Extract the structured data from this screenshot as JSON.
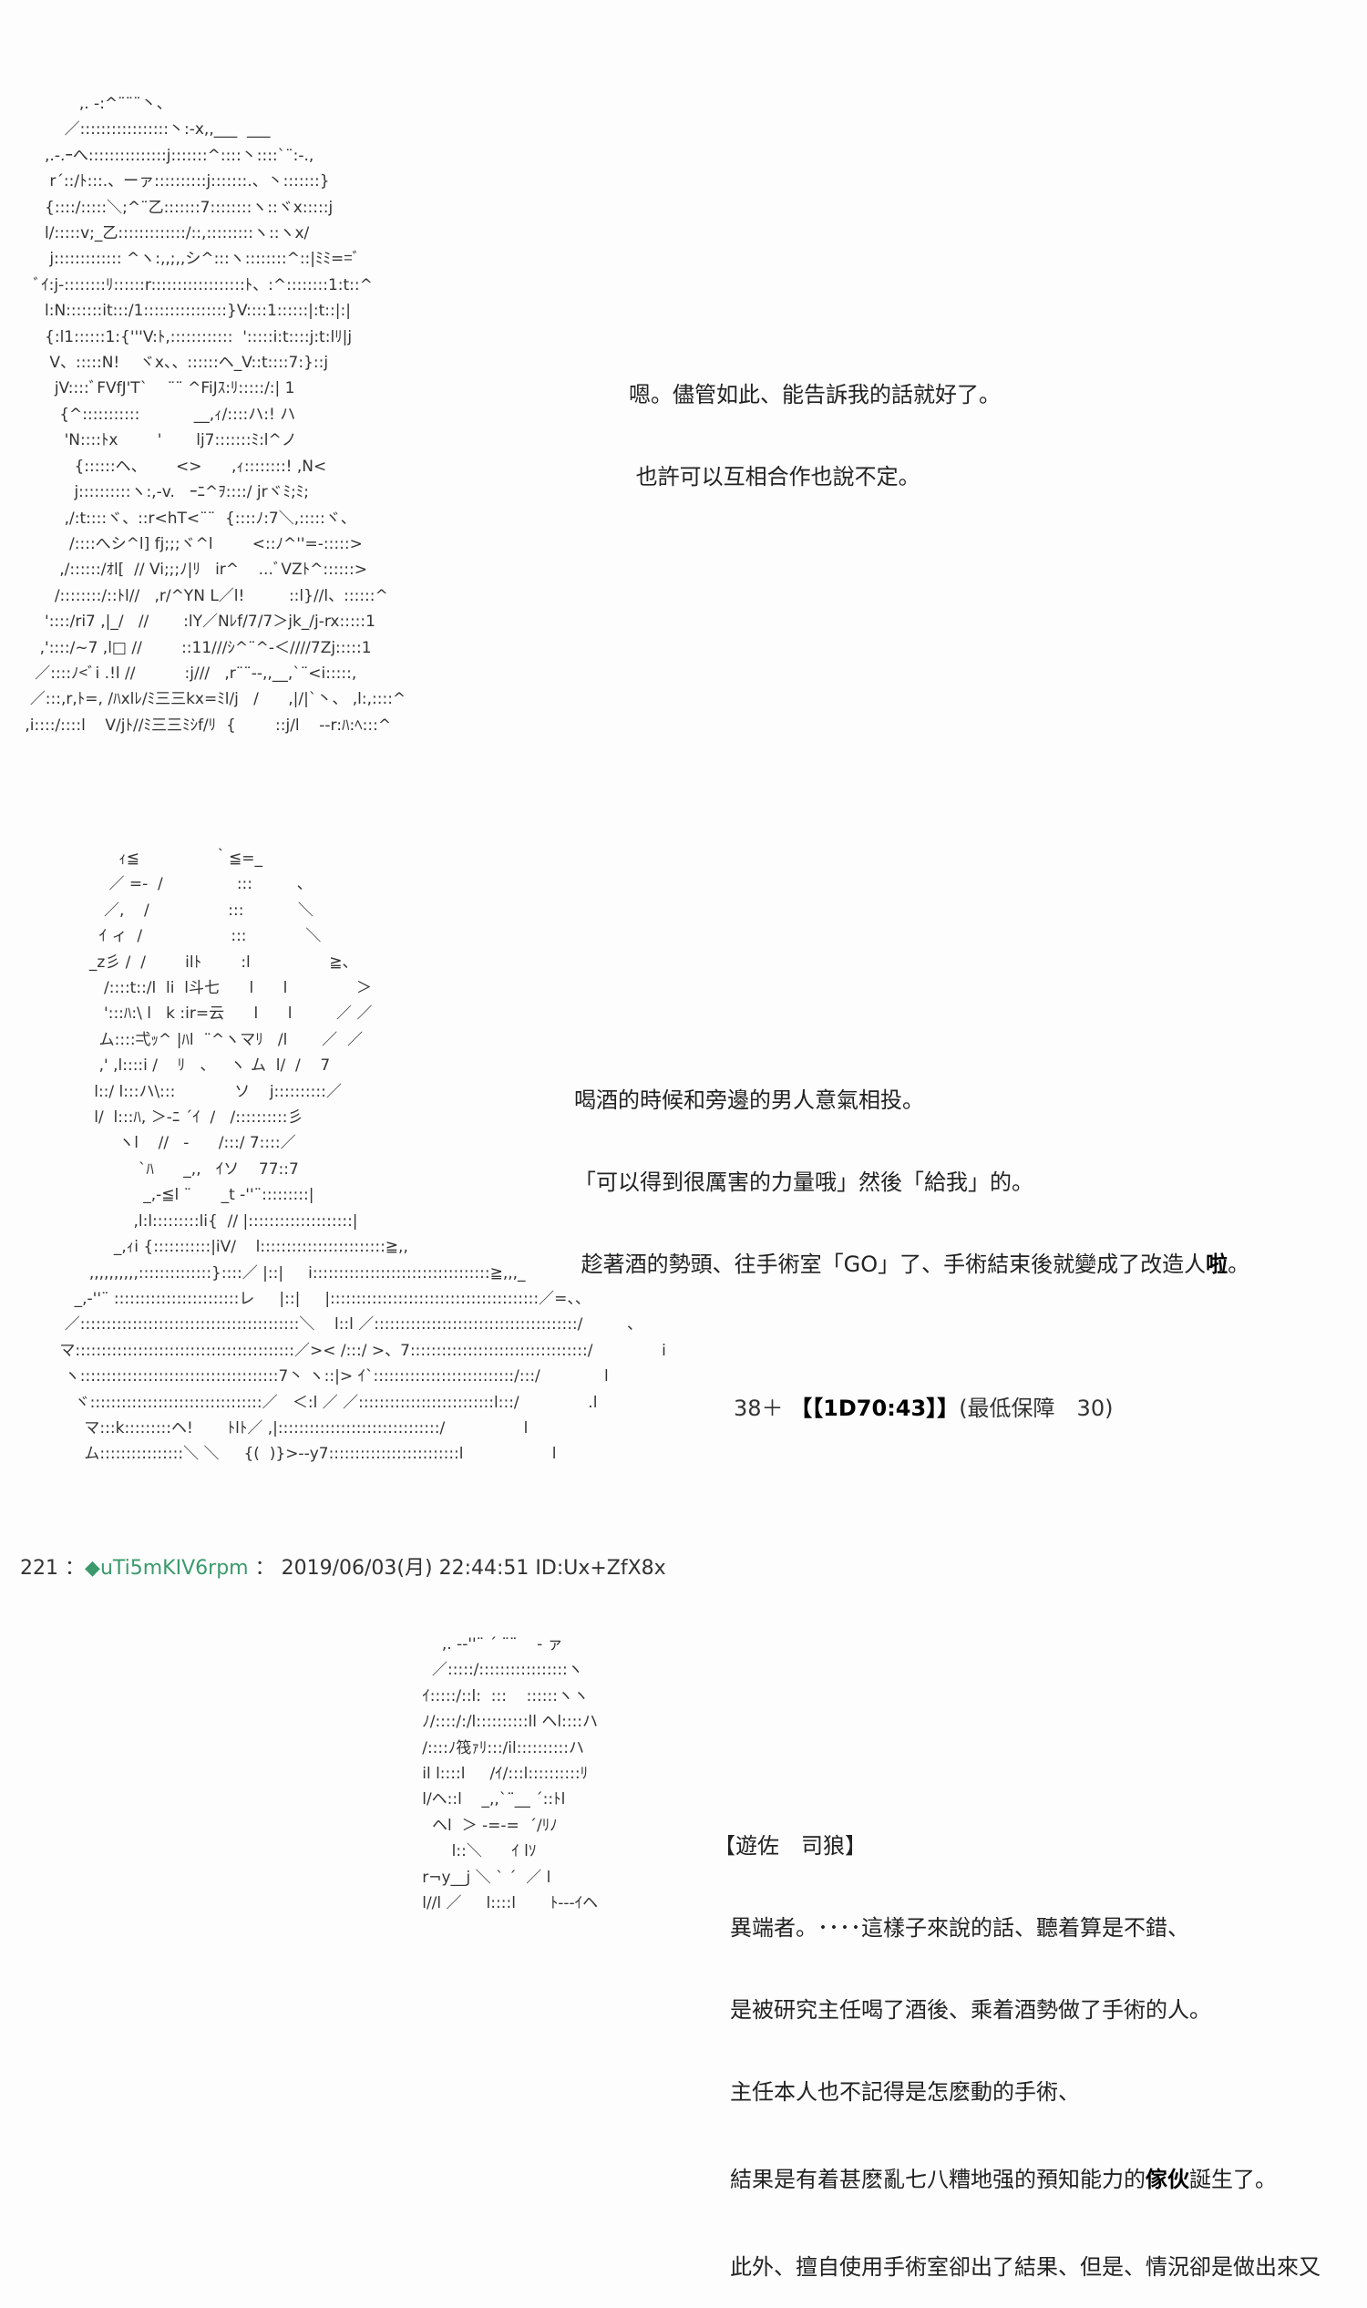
{
  "art_1": [
    "            ,. -:^¨¨¨丶、",
    "         ／:::::::::::::::::丶:-x,,___  ___",
    "     ,.-.ｰへ:::::::::::::::j:::::::^::::丶::::`¨:-.,",
    "      r´::/ﾄ:::.、ーァ::::::::::j:::::::.、丶:::::::}",
    "     {::::/:::::＼;^¨乙:::::::7::::::::ヽ::ヾx:::::j",
    "     l/:::::v;_乙:::::::::::::/::,:::::::::ヽ::ヽx/",
    "      j::::::::::::: ^ヽ:,,;,,シ^:::ヽ::::::::^::|ﾐﾐ==ﾞ",
    "   ﾞｲ:j-::::::::ﾘ::::::r::::::::::::::::::ﾄ、:^::::::::1:t::^",
    "     l:N:::::::it:::/1::::::::::::::::}V::::1::::::|:t::|:|",
    "     {:l1::::::1:{'''V:ﾄ,::::::::::::  ':::::i:t::::j:t:lﾘ|j",
    "      V、:::::N!    ヾx、、::::::ヘ_V::t::::7:}::j",
    "       jV::::ﾞFVfJ'T`    ¨¨ ^FiJｽ:ﾘ:::::/:| 1",
    "        {^:::::::::::           __,ｨ/::::ハ:! ハ",
    "         'N::::ﾄx        '       lj7:::::::ﾐ:l^ノ",
    "           {::::::ヘ、      <>      ,ｨ::::::::! ,N<",
    "           j::::::::::ヽ:,-v.   ｰﾆ^ｦ::::/ jrヾﾐ;ﾐ;",
    "         ,/:t::::ヾ、::r<hT<¨¨  {::::ﾉ:7＼,:::::ヾ、",
    "          /::::へシ^l] fj;;;ヾ^l        <::ﾉ^''=-:::::>",
    "        ,/::::::/ｵl[  // Vi;;;ﾉ|ﾘ   ir^    ...ﾞVZﾄ^::::::>",
    "       /::::::::/::ﾄl//   ,r/^YN L／l!         ::l}//l、::::::^",
    "     '::::/ri7 ,|_/   //       :lY／Nﾚf/7/7＞jk_/j-rx:::::1",
    "    ,'::::/~7 ,l□ //        ::11///ｼ^¨^-＜////7Zj:::::1",
    "   ／::::ﾉ<ﾞi .!l //          :j///   ,r¨¨--,,__,`¨<i:::::,",
    "  ／:::,r,ﾄ=, /ﾊxlﾚ/ﾐ三三kx=ﾐl/j   /      ,|/|`丶、 ,l:,::::^",
    " ,i::::/::::l    V/jﾄ//ﾐ三三ﾐｼf/ﾘ  {        ::j/l    --r:ﾊ:ﾍ:::^"
  ],
  "dialogue_1": [
    "嗯。儘管如此、能告訴我的話就好了。",
    " 也許可以互相合作也說不定。"
  ],
  "art_2": [
    "             ｨ≦               ｀≦=_",
    "           ／ =-  /               :::         、",
    "          ／,    /                :::           ＼",
    "         ｲ ィ  /                  :::            ＼",
    "       _z彡 /  /        ilﾄ        :l                ≧、",
    "          /::::t::/l  li  l斗七      l      l              ＞",
    "          ':::ﾊ:\\ l   k :ir=云      l      l         ／ ／",
    "         ム::::弌ｯ^ |ﾊl  ¨^ヽマﾘ   /l       ／  ／",
    "         ,' ,l::::i /    ﾘ   、   ヽ ム  l/  /    7",
    "        l::/ l:::ハ\\:::            ソ    j::::::::::／",
    "        l/  l:::ﾊ, ＞-ﾆ ´ｲ  /   /::::::::::彡",
    "             ヽl    //   -      /:::/ 7::::／",
    "                 `ﾊ      _,,   ｲソ    77::7",
    "                  _,-≦l ¨      _t -''¨:::::::::|",
    "                ,l:l:::::::::li{  // |::::::::::::::::::::|",
    "            _,ｨi {:::::::::::|iV/    l::::::::::::::::::::::::≧,,",
    "       ,,,,,,,,,,::::::::::::::}::::／ |::|     i::::::::::::::::::::::::::::::::::≧,,,_",
    "    _,-''¨ ::::::::::::::::::::::::レ     |::|     |::::::::::::::::::::::::::::::::::::::::／=、、",
    "  ／::::::::::::::::::::::::::::::::::::::::::＼    l::l ／:::::::::::::::::::::::::::::::::::::::/         、",
    " マ::::::::::::::::::::::::::::::::::::::::::／>< /:::/ >、7::::::::::::::::::::::::::::::::::/              i",
    "  ヽ::::::::::::::::::::::::::::::::::::::7丶 ヽ::|> ｲ`:::::::::::::::::::::::::::/:::/             l",
    "    ヾ:::::::::::::::::::::::::::::::::／   ＜:l ／ ／::::::::::::::::::::::::::l:::/              .l",
    "      マ:::k:::::::::ヘ!       ﾄlﾄ／ ,|:::::::::::::::::::::::::::::::/                l",
    "      ム::::::::::::::::＼ ＼     {(  )}>--y7:::::::::::::::::::::::::l                  l"
  ],
  "dialogue_2": {
    "line1": "喝酒的時候和旁邊的男人意氣相投。",
    "line2": "「可以得到很厲害的力量哦」然後「給我」的。",
    "line3_main": " 趁著酒的勢頭、往手術室「GO」了、手術結束後就變成了改造人",
    "line3_bold": "啦",
    "line3_end": "。"
  },
  "dice": {
    "base": "38＋ ",
    "roll": "【【1D70:43】】",
    "note": "(最低保障　30)"
  },
  "post_header": {
    "number": "221",
    "sep1": "：",
    "trip_mark": "◆",
    "trip": "uTi5mKIV6rpm",
    "sep2": "：",
    "datetime": "2019/06/03(月) 22:44:51",
    "id": "ID:Ux+ZfX8x",
    "trip_color": "#3a9a6c"
  },
  "art_3": [
    "            ,. -‐''¨ ´ ¨¨    - ァ",
    "          ／:::::/:::::::::::::::::ヽ",
    "        ｲ:::::/::l:  :::    ::::::ヽヽ",
    "        ﾉ/::::/:/l::::::::::ll ヘl::::ハ",
    "        /::::ﾉ筏ｧﾘ:::/il::::::::::ハ",
    "        il l::::l     /ｲ/:::l::::::::::ﾘ",
    "        l/ヘ::l    _,,`¨__ ´::ﾄl",
    "          ヘl  ＞ -=‐=  ´/ﾘﾉ",
    "              l::＼      ｲ lｿ",
    "        r¬y__j ＼ ` ´  ／ l",
    "        l//l ／     l::::l       ﾄ---ｲヘ"
  ],
  "dialogue_3": {
    "speaker": "【遊佐　司狼】",
    "line1": "異端者。････這樣子來說的話、聽着算是不錯、",
    "line2": "是被研究主任喝了酒後、乘着酒勢做了手術的人。",
    "line3": "主任本人也不記得是怎麽動的手術、",
    "line4_a": "結果是有着甚麽亂七八糟地强的預知能力的",
    "line4_bold": "傢伙",
    "line4_b": "誕生了。",
    "line5": "此外、擅自使用手術室卻出了結果、但是、情況卻是做出來又"
  }
}
